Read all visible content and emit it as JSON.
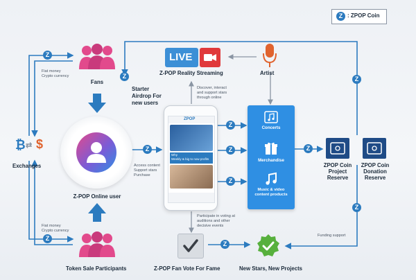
{
  "legend": {
    "symbol": "Z",
    "label": ": ZPOP Coin"
  },
  "nodes": {
    "fans": "Fans",
    "exchanges": "Exchanges",
    "online_user": "Z-POP Online user",
    "token_sale": "Token Sale Participants",
    "streaming": "Z-POP Reality Streaming",
    "live_badge": "LIVE",
    "artist": "Artist",
    "fan_vote": "Z-POP Fan Vote For Fame",
    "new_stars": "New Stars, New Projects",
    "project_reserve": "ZPOP Coin Project Reserve",
    "donation_reserve": "ZPOP Coin Donation Reserve"
  },
  "panel_items": [
    {
      "label": "Concerts",
      "icon": "music-note-icon"
    },
    {
      "label": "Merchandise",
      "icon": "gift-icon"
    },
    {
      "label": "Music & video content products",
      "icon": "music-notes-icon"
    }
  ],
  "annotations": {
    "fiat_top_1": "Fiat money",
    "fiat_top_2": "Crypto currency",
    "fiat_bottom_1": "Fiat money",
    "fiat_bottom_2": "Crypto currency",
    "starter_airdrop": "Starter Airdrop For new users",
    "discover_1": "Discover, interact",
    "discover_2": "and support stars",
    "discover_3": "through online",
    "access_1": "Access content",
    "access_2": "Support stars",
    "access_3": "Purchase",
    "participate_1": "Participate in voting at",
    "participate_2": "auditions and other",
    "participate_3": "decisive events",
    "funding_support": "Funding support"
  },
  "phone": {
    "top_label": "ZPOP",
    "card_title_1": "Why",
    "card_title_2": "Weekly & big to now profits"
  },
  "colors": {
    "accent_blue": "#2c7bbf",
    "panel_blue": "#2f8fe3",
    "fans_pink": "#e24a8c",
    "live_blue": "#3c8fd6",
    "record_red": "#e0393b",
    "vote_green": "#57b03d",
    "reserve_navy": "#1f4b86"
  }
}
